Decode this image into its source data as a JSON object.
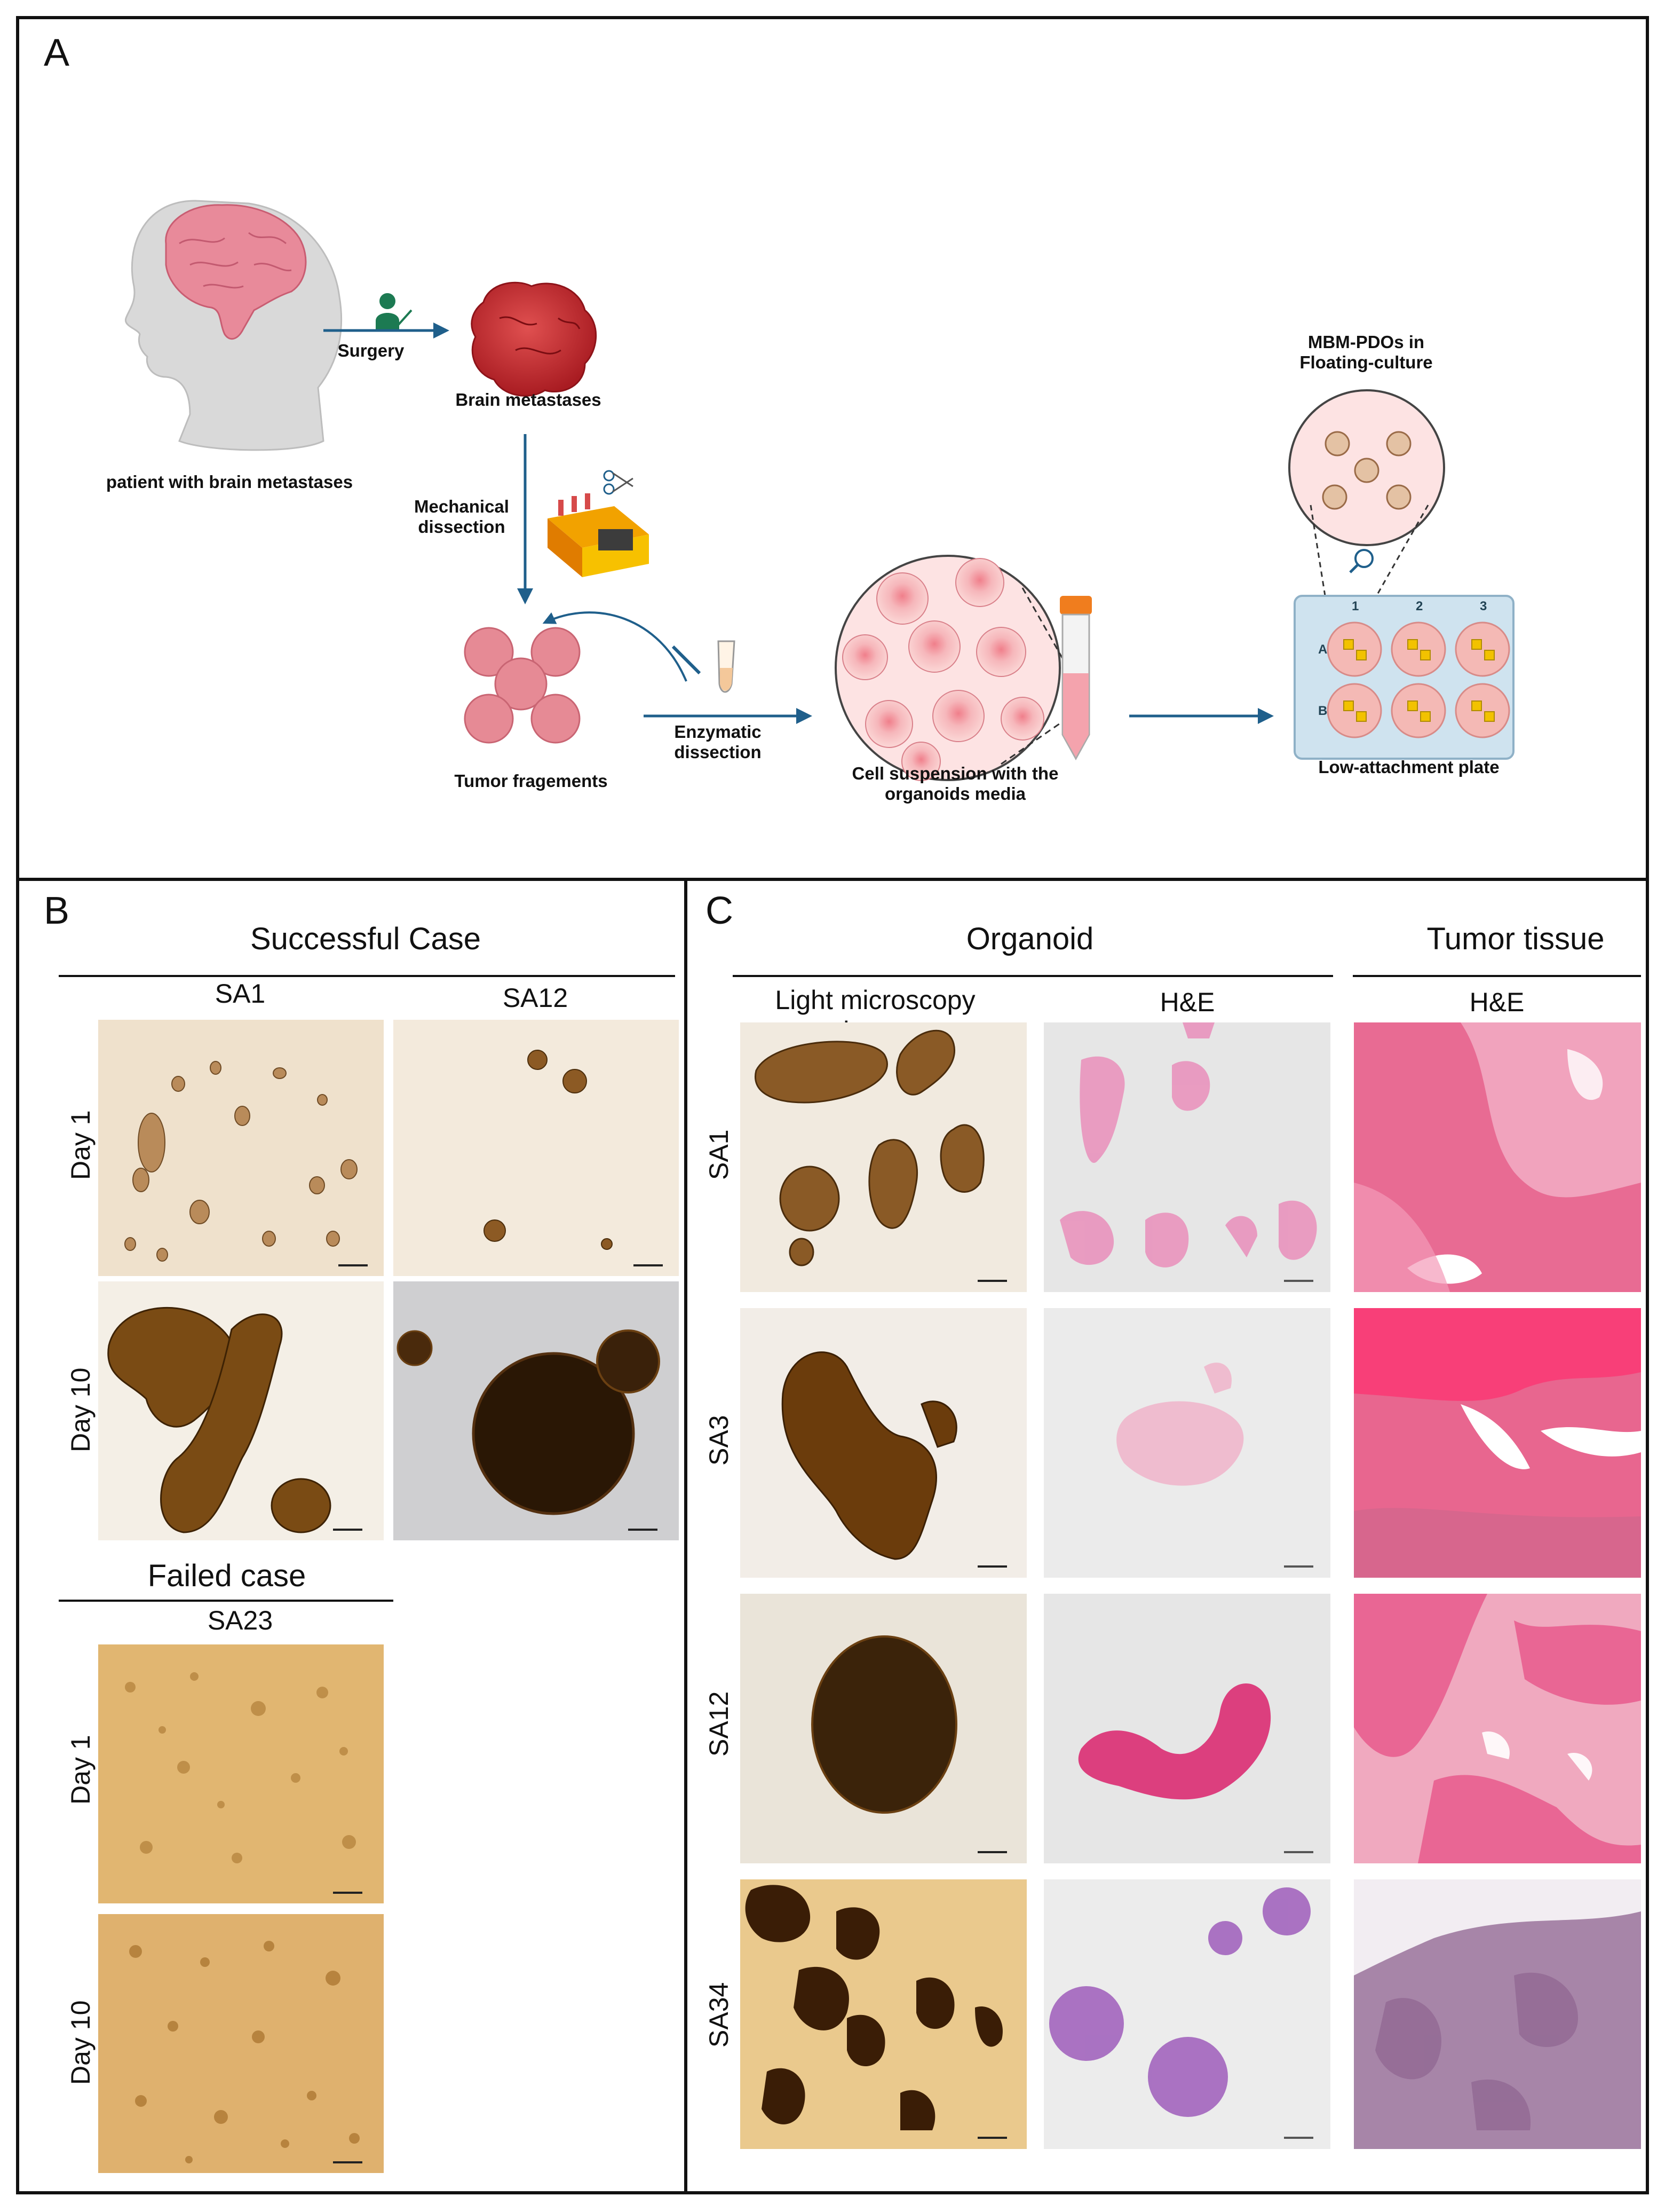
{
  "panels": {
    "a": {
      "letter": "A",
      "labels": {
        "patient": "patient with brain metastases",
        "surgery": "Surgery",
        "brain_metastases": "Brain metastases",
        "mechanical": "Mechanical\ndissection",
        "tumor_fragments": "Tumor fragements",
        "enzymatic": "Enzymatic\ndissection",
        "cell_suspension": "Cell suspension with the\norganoids media",
        "mbm_pdos": "MBM-PDOs in\nFloating-culture",
        "low_attachment": "Low-attachment plate"
      },
      "plate": {
        "columns": [
          "1",
          "2",
          "3"
        ],
        "rows": [
          "A",
          "B"
        ]
      }
    },
    "b": {
      "letter": "B",
      "successful_title": "Successful Case",
      "successful_samples": [
        "SA1",
        "SA12"
      ],
      "days": [
        "Day 1",
        "Day 10"
      ],
      "failed_title": "Failed case",
      "failed_sample": "SA23"
    },
    "c": {
      "letter": "C",
      "organoid_title": "Organoid",
      "tumor_title": "Tumor tissue",
      "col_light": "Light microscopy pictures",
      "col_he": "H&E",
      "col_tumor_he": "H&E",
      "rows": [
        "SA1",
        "SA3",
        "SA12",
        "SA34"
      ]
    }
  },
  "colors": {
    "frame": "#111111",
    "arrow": "#1f5f8b",
    "he_pink": "#e889b0",
    "tumor_pink": "#e46b93",
    "bright_field": "#f2e7d6",
    "organoid_brown": "#6b3f12",
    "failed_tan": "#d9a860",
    "purple_he": "#b184c8"
  }
}
